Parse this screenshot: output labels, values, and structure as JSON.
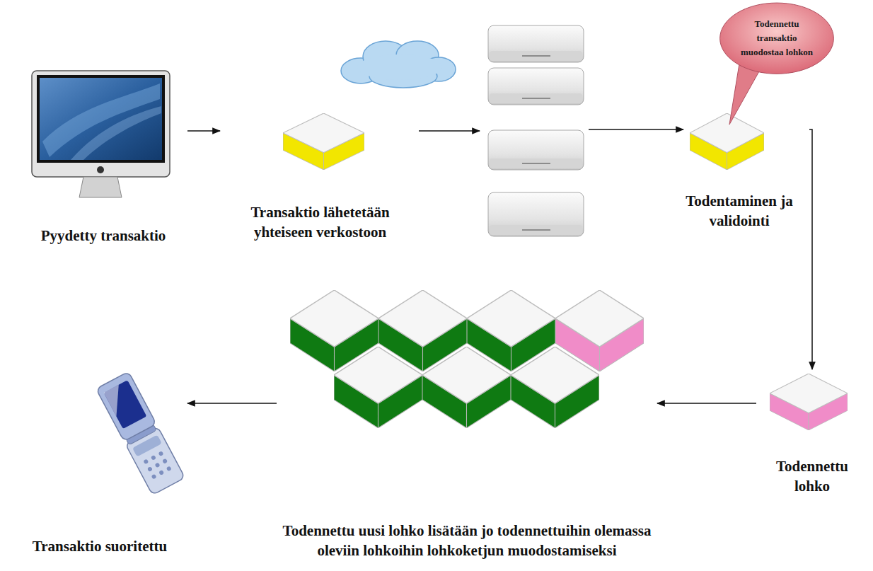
{
  "diagram": {
    "nodes": [
      {
        "text": [
          "Pyydetty transaktio"
        ]
      },
      {
        "text": [
          "Transaktio lähetetään yhteiseen verkostoon"
        ]
      },
      {
        "text": [
          "Todennettu transaktio muodostaa lohkon"
        ]
      },
      {
        "text": [
          "Todentaminen ja validointi"
        ]
      },
      {
        "text": [
          "Todennettu lohko"
        ]
      },
      {
        "text": [
          "Todennettu uusi lohko lisätään jo todennettuihin olemassa oleviin lohkoihin lohkoketjun muodostamiseksi"
        ]
      },
      {
        "text": [
          "Transaktio suoritettu"
        ]
      }
    ],
    "edges": [
      {
        "from": 0,
        "to": 1,
        "arrow": "to"
      },
      {
        "from": 3,
        "to": 4,
        "arrow": "to"
      },
      {
        "from": 4,
        "to": 5,
        "arrow": "to"
      },
      {
        "from": 5,
        "to": 6,
        "arrow": "to"
      }
    ]
  }
}
